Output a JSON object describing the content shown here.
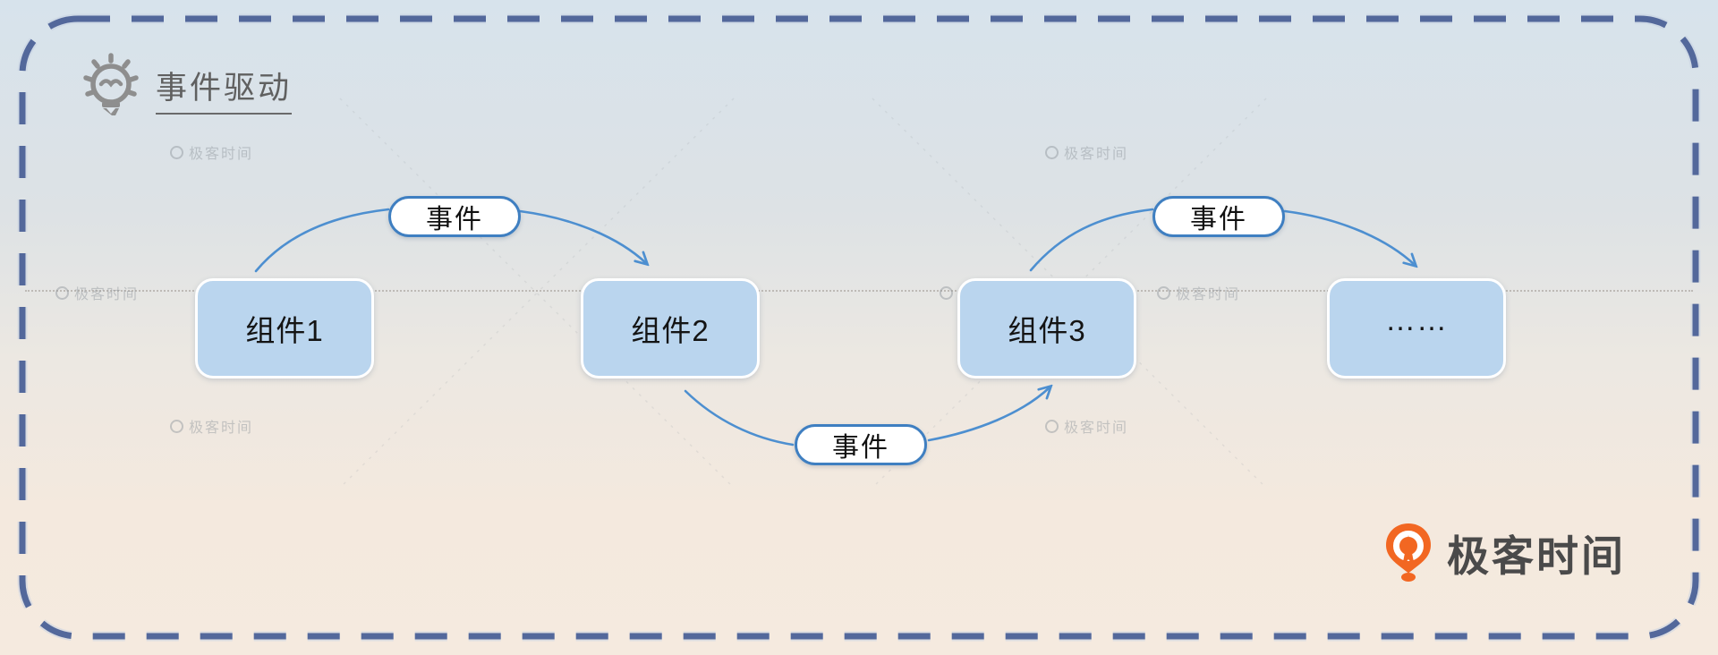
{
  "header": {
    "title": "事件驱动",
    "icon": "lightbulb-icon"
  },
  "diagram": {
    "components": [
      {
        "label": "组件1"
      },
      {
        "label": "组件2"
      },
      {
        "label": "组件3"
      },
      {
        "label": "……"
      }
    ],
    "event_labels": [
      {
        "label": "事件"
      },
      {
        "label": "事件"
      },
      {
        "label": "事件"
      }
    ],
    "colors": {
      "component_fill": "#bad5ee",
      "pill_border": "#3f7fc1",
      "arrow": "#4d8fd0",
      "frame_dash": "#53689b",
      "background_top": "#d7e3ec",
      "background_bottom": "#f5eadf"
    }
  },
  "watermark": {
    "text": "极客时间"
  },
  "logo": {
    "text": "极客时间",
    "brand_color": "#f26722"
  }
}
